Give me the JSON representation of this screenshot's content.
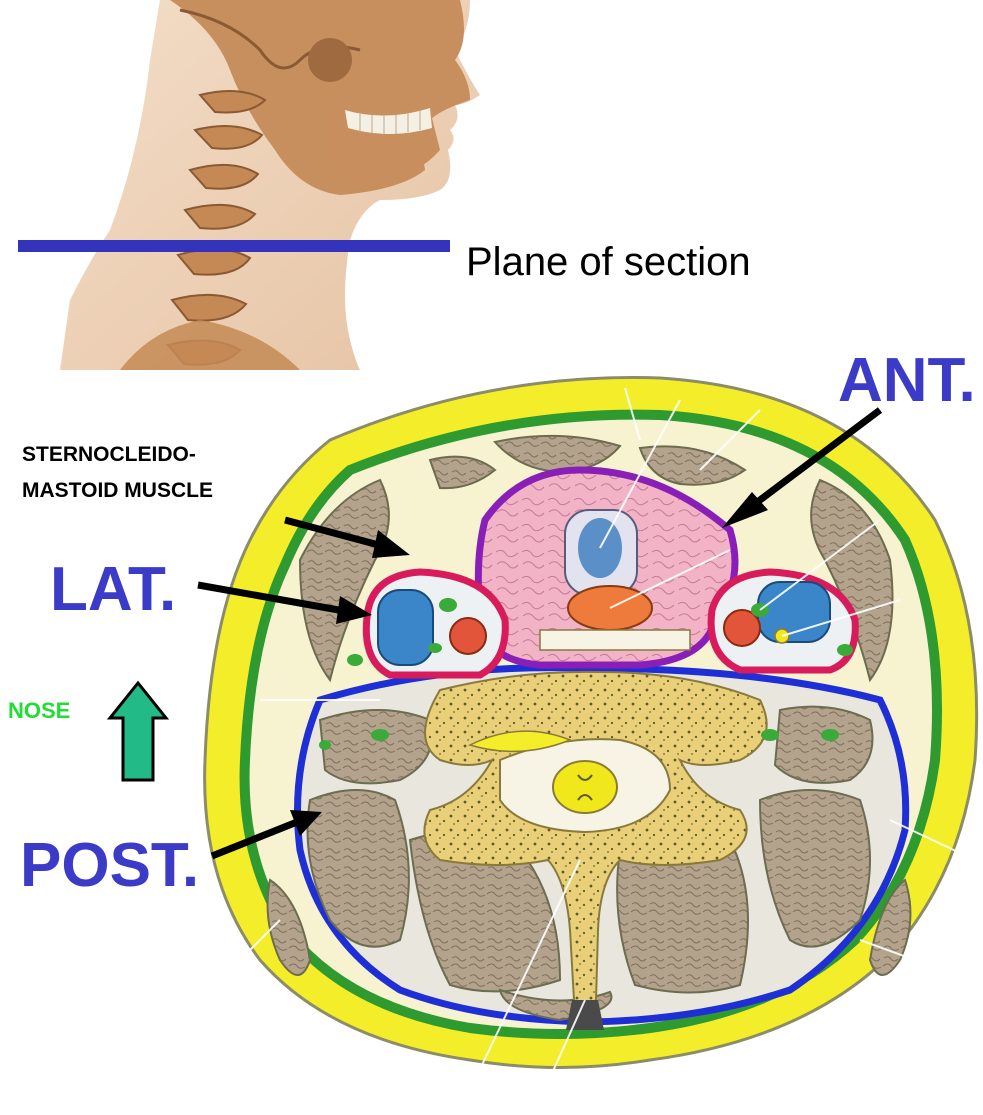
{
  "labels": {
    "plane_of_section": "Plane of section",
    "anterior": "ANT.",
    "lateral": "LAT.",
    "posterior": "POST.",
    "sternocleidomastoid": "STERNOCLEIDO-\nMASTOID MUSCLE",
    "nose": "NOSE"
  },
  "colors": {
    "plane_line": "#3333bb",
    "direction_labels": "#3b3bc8",
    "nose_label": "#22dd33",
    "nose_arrow": "#22bb88",
    "skin_fat": "#f4ee2a",
    "fascia_investing": "#2f9a2f",
    "fascia_prevertebral": "#1f2fd6",
    "pretracheal_fascia": "#8a1fb8",
    "carotid_sheath": "#d81b5a",
    "muscle": "#b0a08a",
    "vertebra": "#e8cf78",
    "spinal_cord": "#f1e81c"
  }
}
